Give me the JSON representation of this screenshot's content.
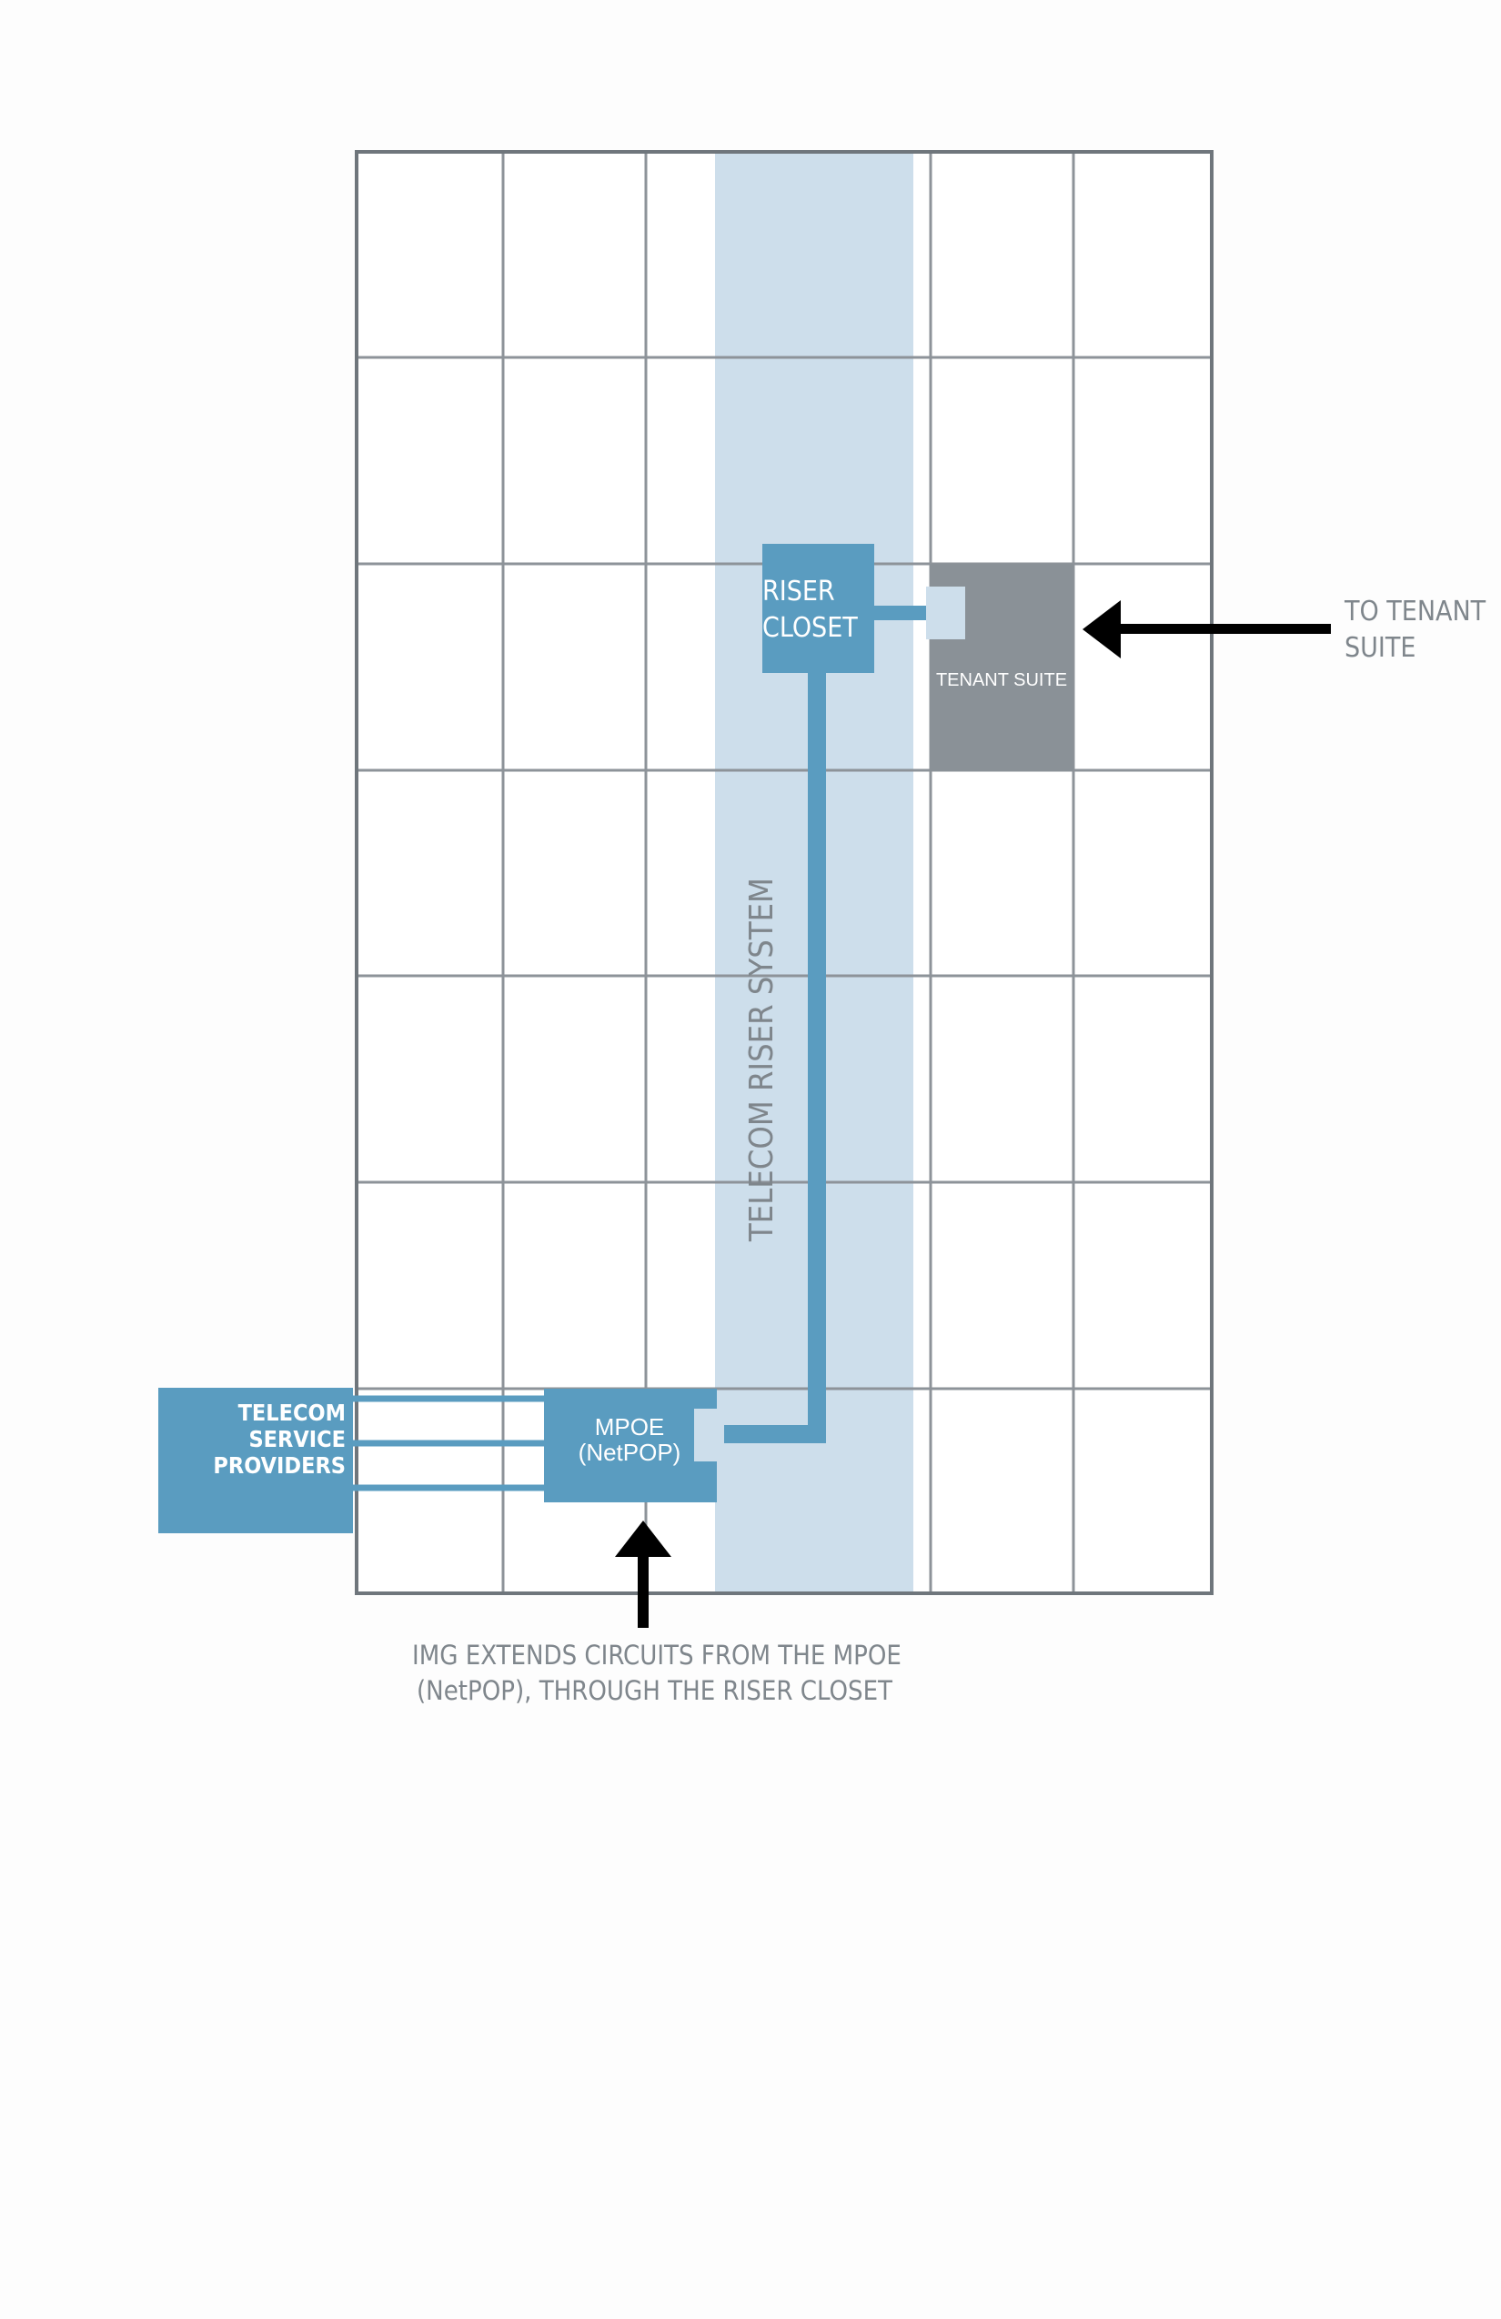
{
  "labels": {
    "riser_system": "TELECOM RISER SYSTEM",
    "riser_closet": [
      "RISER",
      "CLOSET"
    ],
    "tenant_suite": "TENANT SUITE",
    "to_tenant_suite": [
      "TO TENANT",
      "SUITE"
    ],
    "mpoe": [
      "MPOE",
      "(NetPOP)"
    ],
    "telecom_providers": [
      "TELECOM",
      "SERVICE",
      "PROVIDERS"
    ],
    "caption": [
      "IMG EXTENDS CIRCUITS FROM THE MPOE",
      "(NetPOP), THROUGH THE RISER CLOSET"
    ]
  },
  "colors": {
    "grid_line": "#8d9399",
    "outer_frame": "#6f767c",
    "riser_shaft": "#cddeeb",
    "blue_box": "#5a9cc0",
    "connector": "#cddeeb",
    "tenant_box": "#8a9197",
    "label_gray": "#7f868c",
    "arrow": "#000000",
    "white_text": "#ffffff"
  },
  "icons": {
    "tenant_arrow": "arrow-left-icon",
    "mpoe_arrow": "arrow-up-icon"
  }
}
